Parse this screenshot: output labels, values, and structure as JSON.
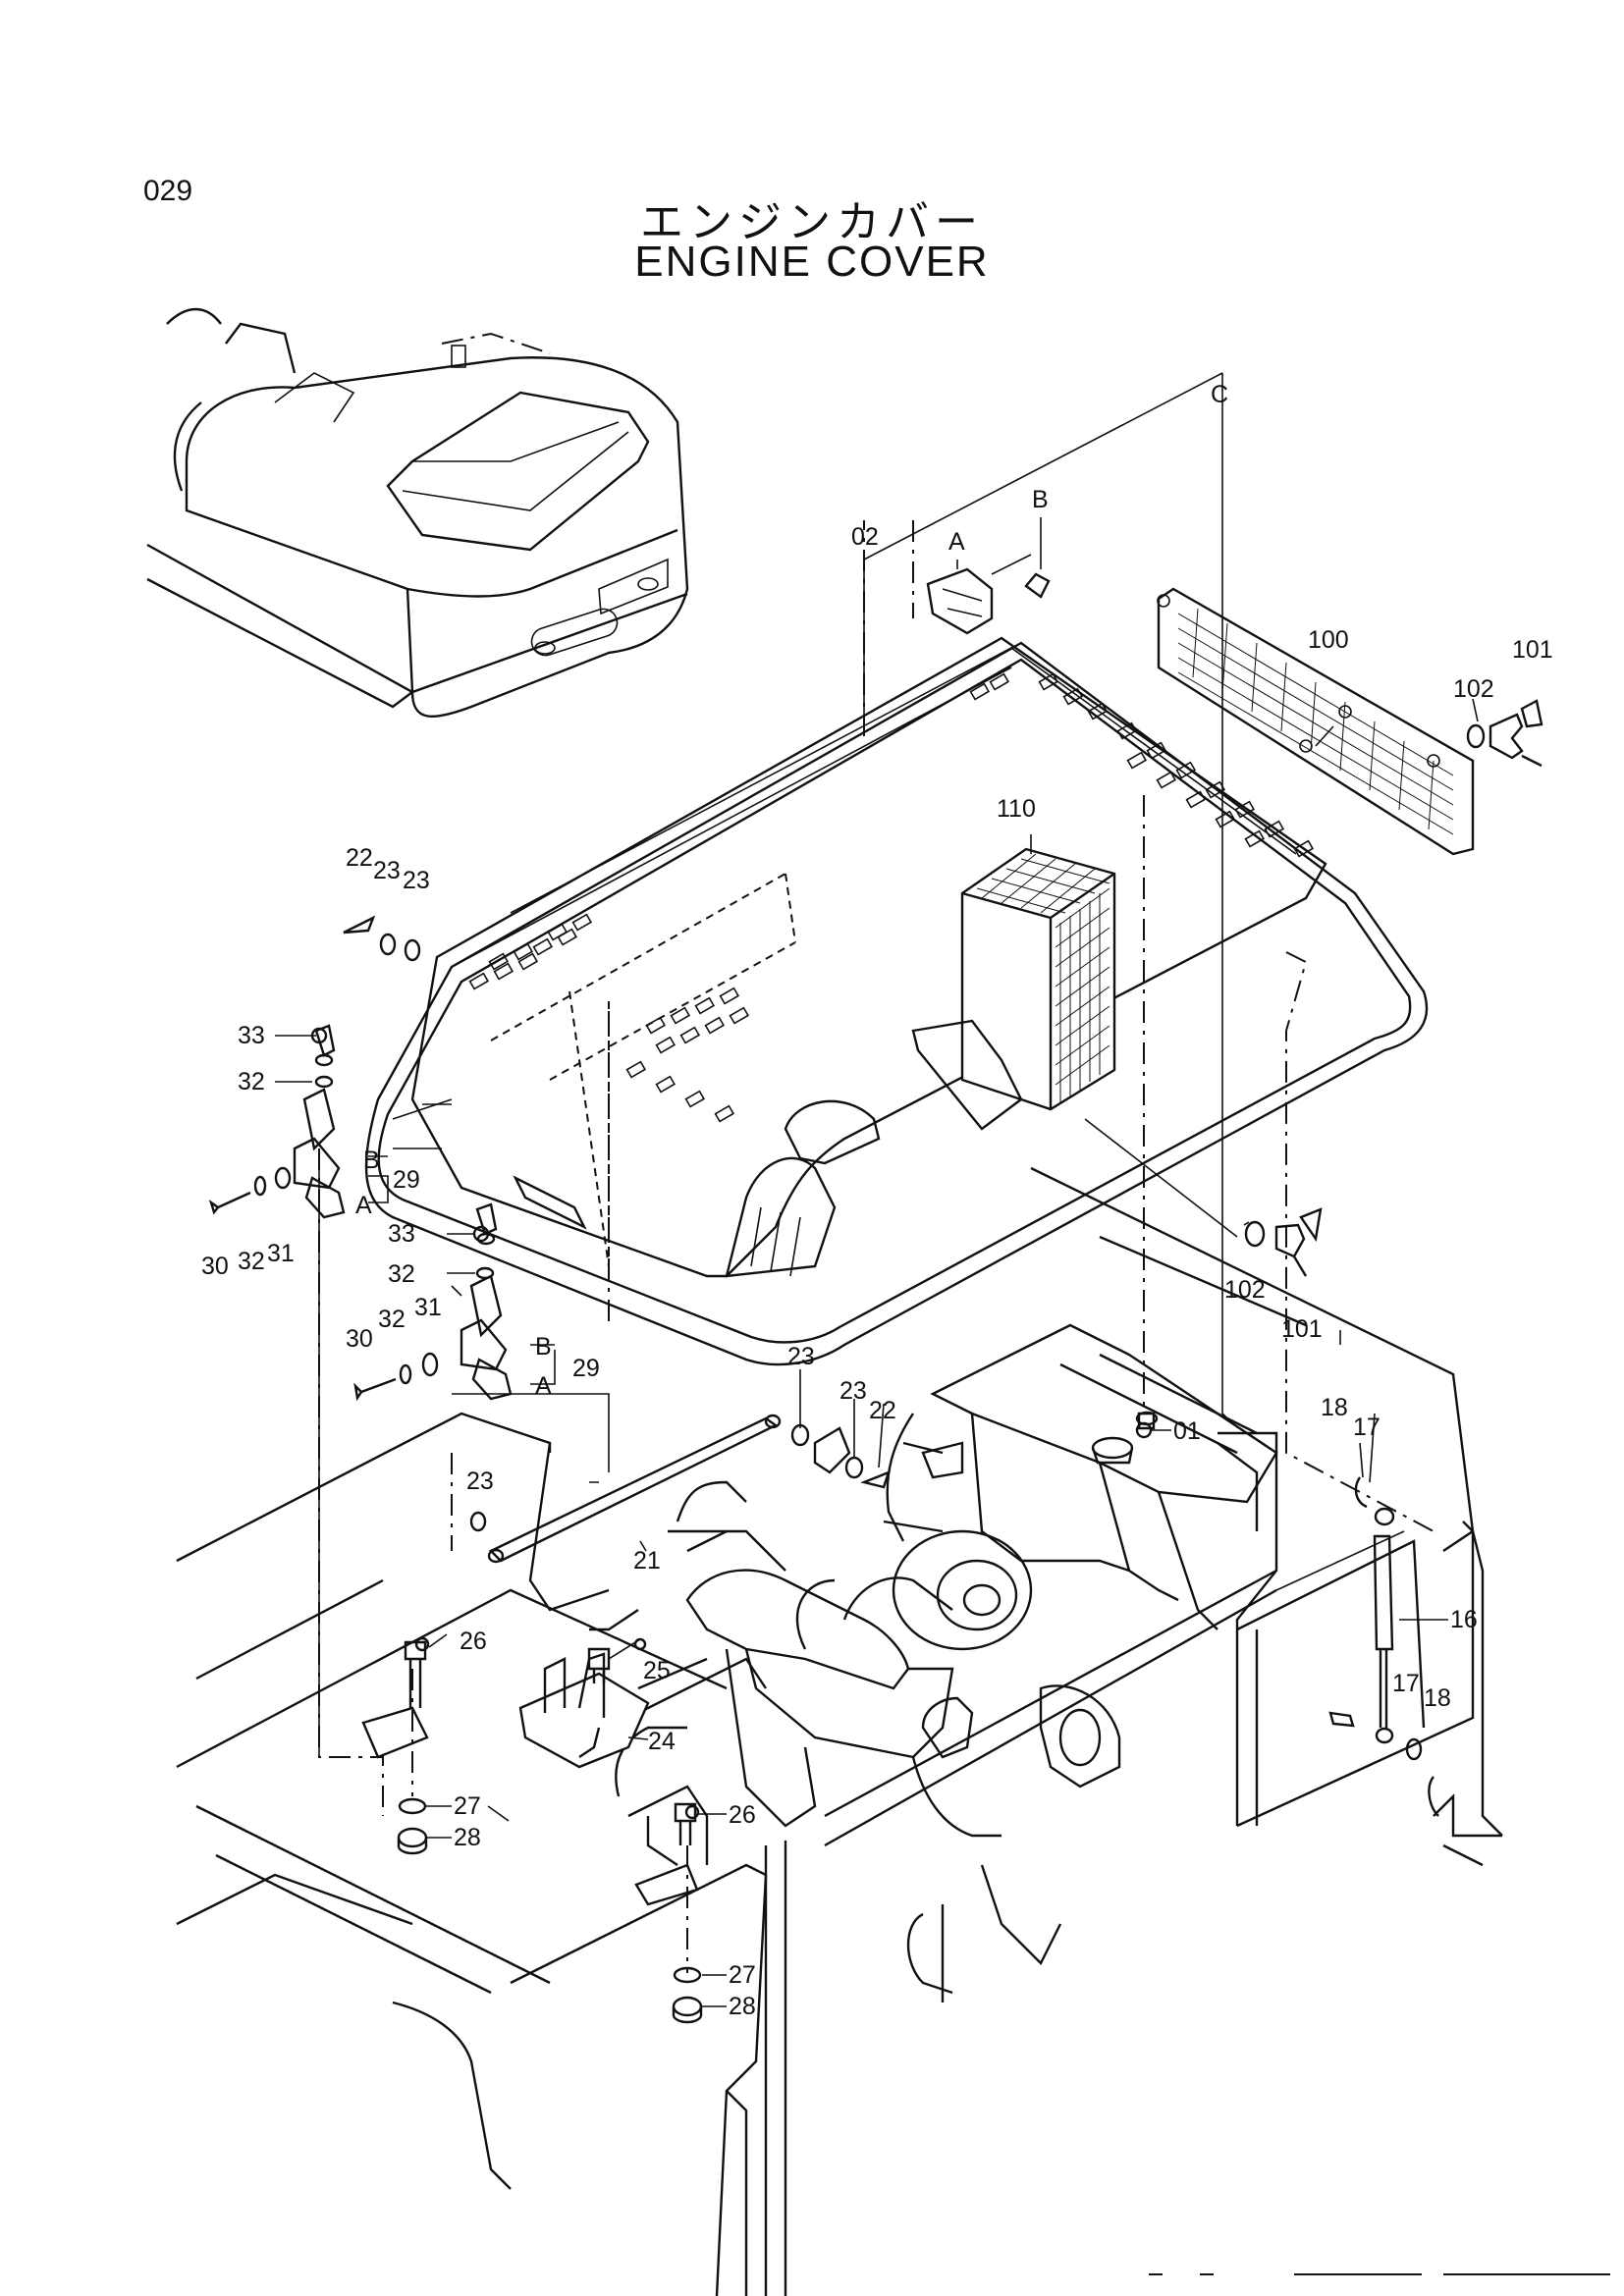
{
  "header": {
    "page_number": "029",
    "title_jp": "エンジンカバー",
    "title_en": "ENGINE COVER"
  },
  "callouts": {
    "c01": "01",
    "c02": "02",
    "c16": "16",
    "c17a": "17",
    "c17b": "17",
    "c18a": "18",
    "c18b": "18",
    "c21": "21",
    "c22a": "22",
    "c22b": "22",
    "c23a": "23",
    "c23b": "23",
    "c23c": "23",
    "c23d": "23",
    "c23e": "23",
    "c24": "24",
    "c25": "25",
    "c26a": "26",
    "c26b": "26",
    "c27a": "27",
    "c27b": "27",
    "c28a": "28",
    "c28b": "28",
    "c29a": "29",
    "c29b": "29",
    "c30a": "30",
    "c30b": "30",
    "c31a": "31",
    "c31b": "31",
    "c32a": "32",
    "c32b": "32",
    "c32c": "32",
    "c32d": "32",
    "c33a": "33",
    "c33b": "33",
    "c100": "100",
    "c101a": "101",
    "c101b": "101",
    "c102a": "102",
    "c102b": "102",
    "c110": "110",
    "refA1": "A",
    "refA2": "A",
    "refA3": "A",
    "refB1": "B",
    "refB2": "B",
    "refB3": "B",
    "refC": "C"
  }
}
